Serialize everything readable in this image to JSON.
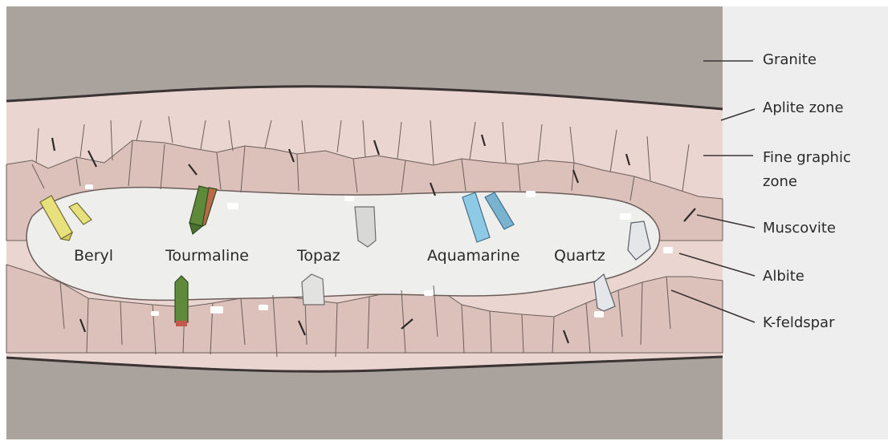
{
  "colors": {
    "granite": "#a9a29d",
    "pegmatite": "#ead5d0",
    "crystal_face": "#dcc1bb",
    "cavity": "#eeeeec",
    "side_panel": "#eeeeee",
    "outline": "#3b3434",
    "beryl": "#e8e07a",
    "tourmaline": "#5f8a3a",
    "topaz": "#d8d8d6",
    "aquamarine": "#8ecae6",
    "quartz": "#e4e6ea"
  },
  "zone_labels": {
    "granite": "Granite",
    "aplite": "Aplite zone",
    "fine_graphic": "Fine graphic zone",
    "muscovite": "Muscovite",
    "albite": "Albite",
    "kfeldspar": "K-feldspar"
  },
  "mineral_labels": {
    "beryl": "Beryl",
    "tourmaline": "Tourmaline",
    "topaz": "Topaz",
    "aquamarine": "Aquamarine",
    "quartz": "Quartz"
  }
}
